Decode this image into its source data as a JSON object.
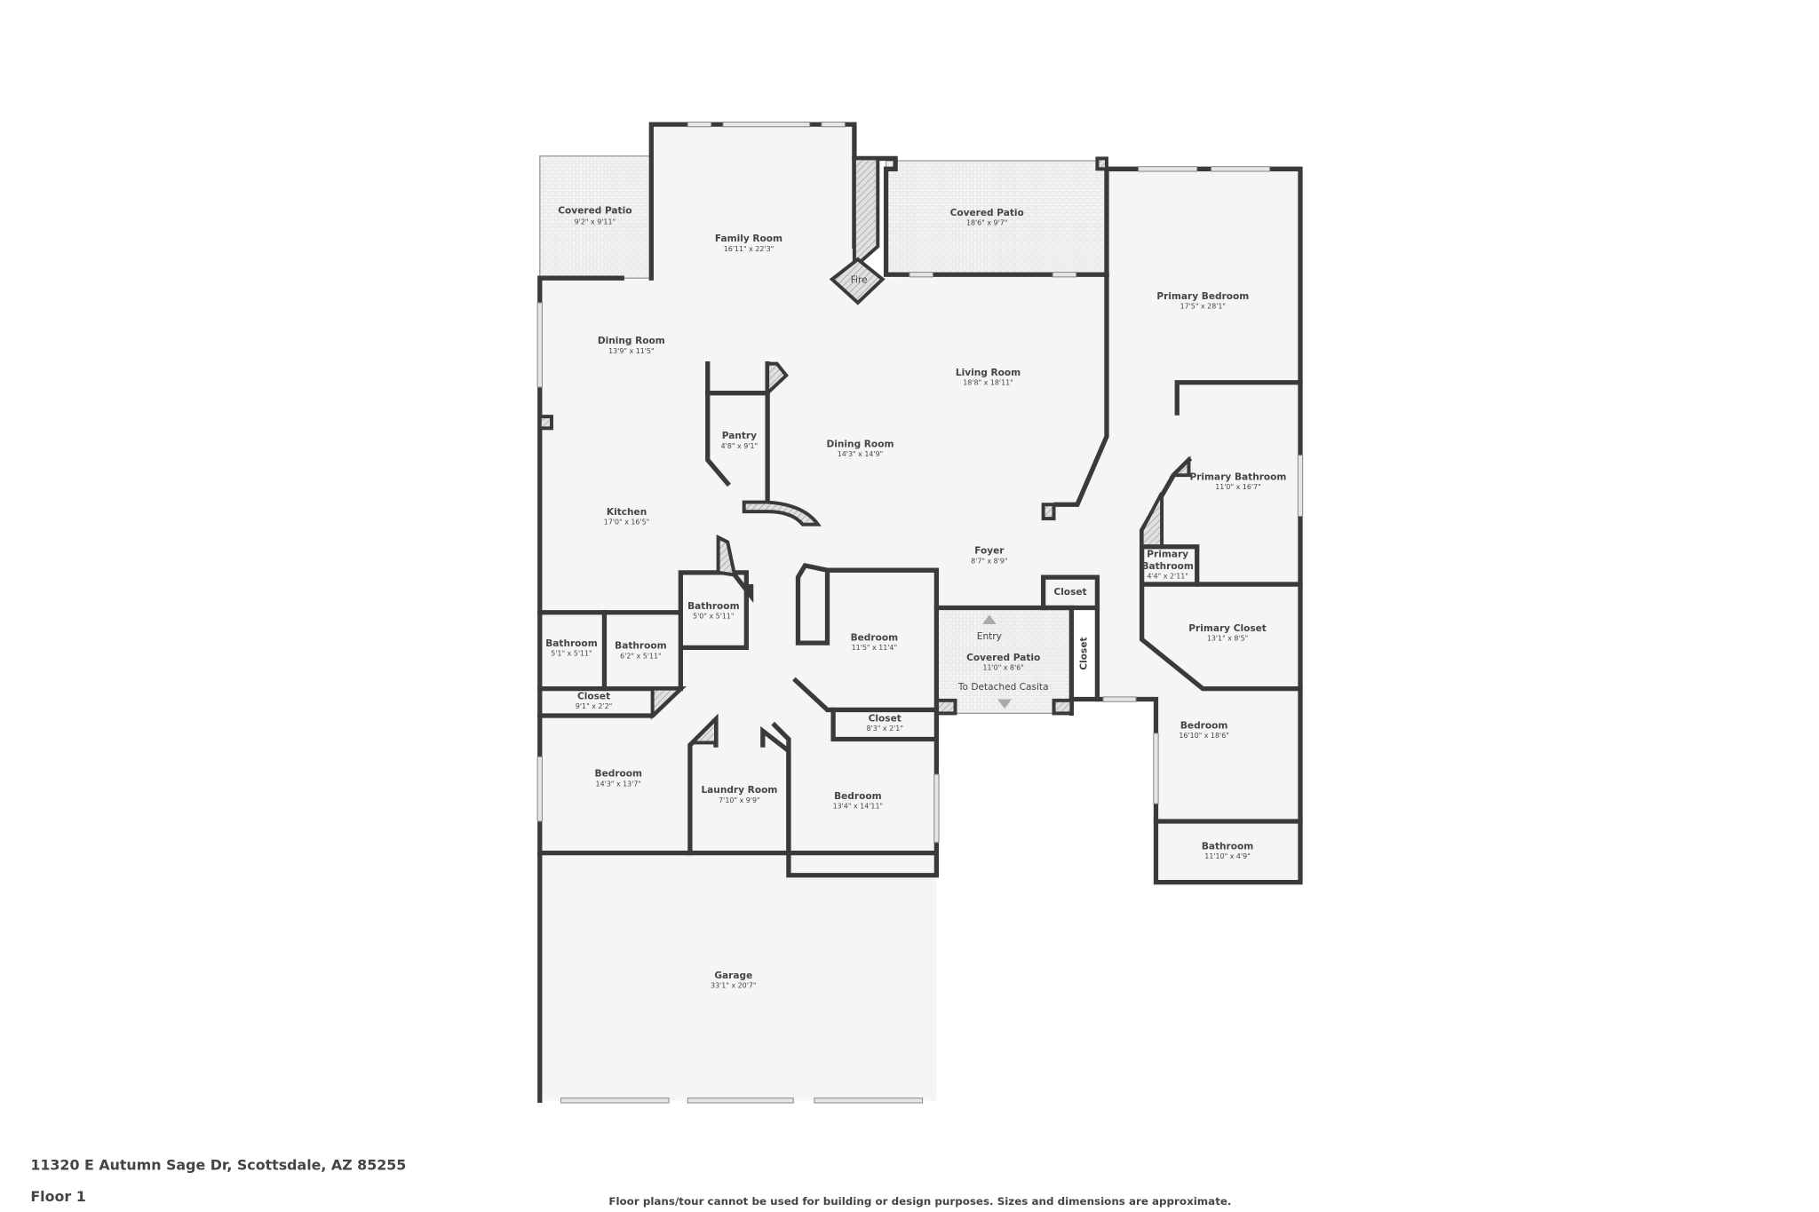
{
  "address": "11320 E Autumn Sage Dr, Scottsdale, AZ 85255",
  "floor_label": "Floor 1",
  "disclaimer": "Floor plans/tour cannot be used for building or design purposes. Sizes and dimensions are approximate.",
  "colors": {
    "wall": "#3a3a3a",
    "floor": "#f5f5f5",
    "text": "#444444"
  },
  "rooms": {
    "patio_left": {
      "name": "Covered Patio",
      "dims": "9'2\" x 9'11\""
    },
    "family": {
      "name": "Family Room",
      "dims": "16'11\" x 22'3\""
    },
    "patio_right": {
      "name": "Covered Patio",
      "dims": "18'6\" x 9'7\""
    },
    "fire": {
      "name": "Fire"
    },
    "primary_bedroom": {
      "name": "Primary Bedroom",
      "dims": "17'5\" x 28'1\""
    },
    "dining1": {
      "name": "Dining Room",
      "dims": "13'9\" x 11'5\""
    },
    "living": {
      "name": "Living Room",
      "dims": "18'8\" x 18'11\""
    },
    "pantry": {
      "name": "Pantry",
      "dims": "4'8\" x 9'1\""
    },
    "dining2": {
      "name": "Dining Room",
      "dims": "14'3\" x 14'9\""
    },
    "primary_bath": {
      "name": "Primary Bathroom",
      "dims": "11'0\" x 16'7\""
    },
    "kitchen": {
      "name": "Kitchen",
      "dims": "17'0\" x 16'5\""
    },
    "foyer": {
      "name": "Foyer",
      "dims": "8'7\" x 8'9\""
    },
    "primary_bath_small": {
      "name1": "Primary",
      "name2": "Bathroom",
      "dims": "4'4\" x 2'11\""
    },
    "bath_center": {
      "name": "Bathroom",
      "dims": "5'0\" x 5'11\""
    },
    "closet_foyer": {
      "name": "Closet"
    },
    "bedroom_center": {
      "name": "Bedroom",
      "dims": "11'5\" x 11'4\""
    },
    "entry": {
      "entry": "Entry",
      "name": "Covered Patio",
      "dims": "11'0\" x 8'6\"",
      "casita": "To Detached Casita"
    },
    "closet_vertical": {
      "name": "Closet"
    },
    "primary_closet": {
      "name": "Primary Closet",
      "dims": "13'1\" x 8'5\""
    },
    "bath_a": {
      "name": "Bathroom",
      "dims": "5'1\" x 5'11\""
    },
    "bath_b": {
      "name": "Bathroom",
      "dims": "6'2\" x 5'11\""
    },
    "closet_left": {
      "name": "Closet",
      "dims": "9'1\" x 2'2\""
    },
    "closet_center": {
      "name": "Closet",
      "dims": "8'3\" x 2'1\""
    },
    "bedroom_right": {
      "name": "Bedroom",
      "dims": "16'10\" x 18'6\""
    },
    "bedroom_left": {
      "name": "Bedroom",
      "dims": "14'3\" x 13'7\""
    },
    "laundry": {
      "name": "Laundry Room",
      "dims": "7'10\" x 9'9\""
    },
    "bedroom_lower": {
      "name": "Bedroom",
      "dims": "13'4\" x 14'11\""
    },
    "bath_right": {
      "name": "Bathroom",
      "dims": "11'10\" x 4'9\""
    },
    "garage": {
      "name": "Garage",
      "dims": "33'1\" x 20'7\""
    }
  }
}
